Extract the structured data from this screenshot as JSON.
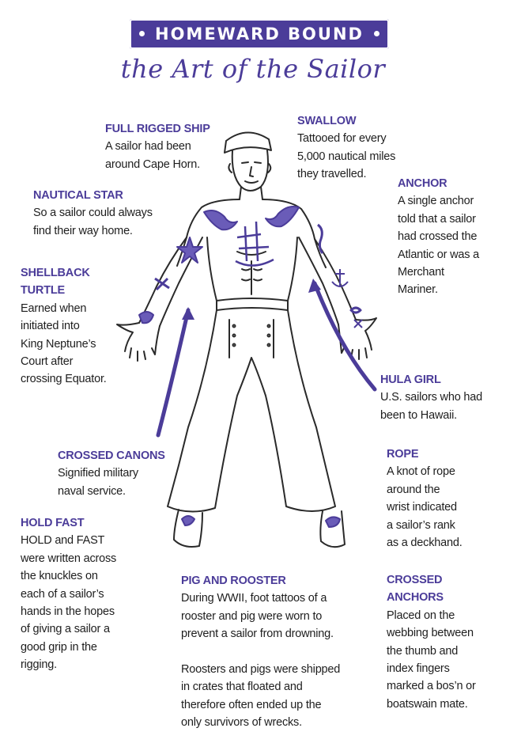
{
  "header": {
    "banner": "HOMEWARD BOUND",
    "subtitle": "the Art of the Sailor"
  },
  "labels": {
    "full_rigged_ship": {
      "title": "FULL RIGGED SHIP",
      "body": "A sailor had been\naround Cape Horn."
    },
    "swallow": {
      "title": "SWALLOW",
      "body": "Tattooed for every\n5,000 nautical miles\nthey travelled."
    },
    "nautical_star": {
      "title": "NAUTICAL STAR",
      "body": "So a sailor could always\nfind their way home."
    },
    "anchor": {
      "title": "ANCHOR",
      "body": "A single anchor\ntold that a sailor\nhad crossed the\nAtlantic or was a\nMerchant\nMariner."
    },
    "shellback_turtle": {
      "title": "SHELLBACK\nTURTLE",
      "body": "Earned when\ninitiated into\nKing Neptune’s\nCourt after\ncrossing Equator."
    },
    "hula_girl": {
      "title": "HULA GIRL",
      "body": "U.S. sailors who had\nbeen to Hawaii."
    },
    "crossed_canons": {
      "title": "CROSSED CANONS",
      "body": "Signified military\nnaval service."
    },
    "rope": {
      "title": "ROPE",
      "body": "A knot of rope\naround the\nwrist indicated\na sailor’s rank\nas a deckhand."
    },
    "hold_fast": {
      "title": "HOLD FAST",
      "body": "HOLD and FAST\nwere written across\nthe knuckles on\neach of a sailor’s\nhands in the hopes\nof giving a sailor a\ngood grip in the\nrigging."
    },
    "pig_and_rooster": {
      "title": "PIG AND ROOSTER",
      "body": "During WWII, foot tattoos of a\nrooster and pig were worn to\nprevent a sailor from drowning.\n\nRoosters and pigs were shipped\nin crates that floated and\ntherefore often ended up the\nonly survivors of wrecks."
    },
    "crossed_anchors": {
      "title": "CROSSED\nANCHORS",
      "body": "Placed on the\nwebbing between\nthe thumb and\nindex fingers\nmarked a bos’n or\nboatswain mate."
    }
  },
  "colors": {
    "accent": "#4b3c99",
    "ink": "#1e1e1e",
    "line": "#2a2a2a"
  }
}
